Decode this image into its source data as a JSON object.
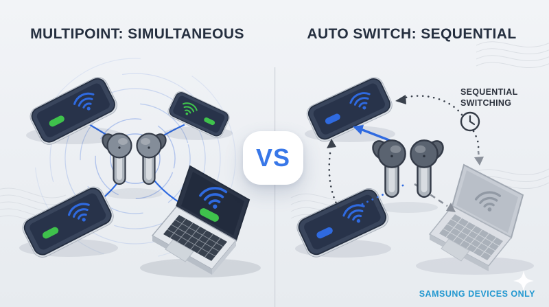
{
  "titles": {
    "left": "MULTIPOINT: SIMULTANEOUS",
    "right": "AUTO SWITCH: SEQUENTIAL"
  },
  "vs_badge": {
    "label": "VS"
  },
  "left_panel": {
    "earbuds": "wireless-earbuds",
    "devices": [
      {
        "id": "phone-top-left",
        "type": "smartphone",
        "signal_icon": "wifi-icon",
        "signal_color": "blue",
        "indicator": "green",
        "connection": "simultaneous"
      },
      {
        "id": "phone-top-right",
        "type": "smartphone",
        "signal_icon": "wifi-icon",
        "signal_color": "green",
        "indicator": "green",
        "connection": "simultaneous"
      },
      {
        "id": "phone-bottom-left",
        "type": "smartphone",
        "signal_icon": "wifi-icon",
        "signal_color": "blue",
        "indicator": "green",
        "connection": "simultaneous"
      },
      {
        "id": "laptop",
        "type": "laptop",
        "signal_icon": "wifi-icon",
        "signal_color": "blue",
        "indicator": "green",
        "connection": "simultaneous"
      }
    ]
  },
  "right_panel": {
    "earbuds": "wireless-earbuds",
    "callout_line1": "SEQUENTIAL",
    "callout_line2": "SWITCHING",
    "callout_icon": "clock-icon",
    "footer": "SAMSUNG DEVICES ONLY",
    "decoration": "sparkle-icon",
    "devices": [
      {
        "id": "phone-top",
        "type": "smartphone",
        "signal_icon": "wifi-icon",
        "signal_color": "blue",
        "indicator": "blue",
        "connection": "active"
      },
      {
        "id": "phone-bottom",
        "type": "smartphone",
        "signal_icon": "wifi-icon",
        "signal_color": "blue",
        "indicator": "blue",
        "connection": "standby"
      },
      {
        "id": "laptop",
        "type": "laptop",
        "signal_icon": "wifi-icon",
        "signal_color": "gray",
        "indicator": "none",
        "connection": "inactive"
      }
    ]
  },
  "colors": {
    "title_text": "#252f3f",
    "accent_blue": "#2f6ae0",
    "vs_blue": "#3877e8",
    "active_green": "#3fc24c",
    "inactive_gray": "#b8bec7",
    "arrow_dark": "#3a414c",
    "arrow_gray": "#8a909a",
    "footer_blue": "#2398d0",
    "background": "#edf0f4"
  }
}
